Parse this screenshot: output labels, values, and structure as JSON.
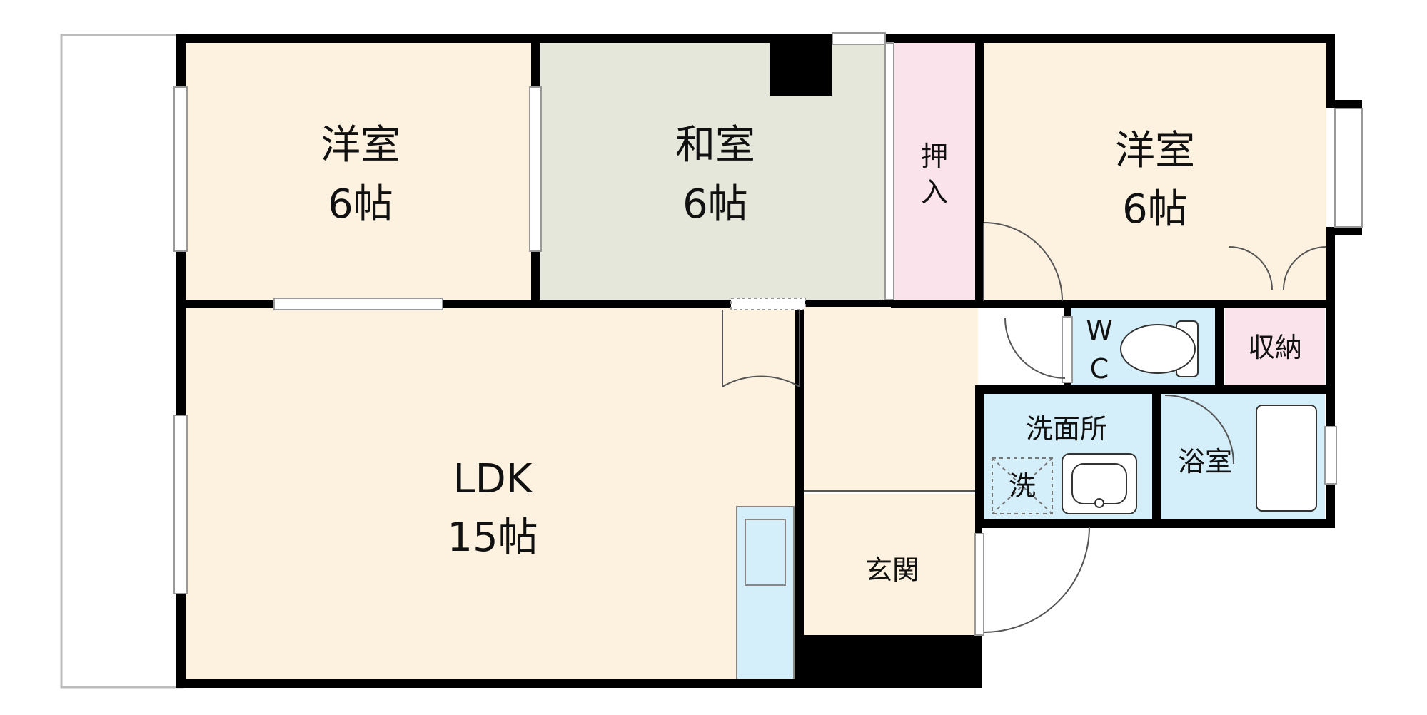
{
  "colors": {
    "wall": "#000000",
    "western_room_floor": "#fdf2e0",
    "japanese_room_floor": "#e4e7d9",
    "closet_floor": "#fbe3ec",
    "wet_area_floor": "#d4eefa",
    "balcony_outline": "#bbbbbb"
  },
  "rooms": {
    "western_room_left": {
      "name": "洋室",
      "size": "6帖"
    },
    "japanese_room": {
      "name": "和室",
      "size": "6帖"
    },
    "oshiire": {
      "name_line1": "押",
      "name_line2": "入"
    },
    "western_room_right": {
      "name": "洋室",
      "size": "6帖"
    },
    "ldk": {
      "name": "LDK",
      "size": "15帖"
    },
    "toilet": {
      "line1": "W",
      "line2": "C"
    },
    "storage": {
      "name": "収納"
    },
    "washroom": {
      "name": "洗面所"
    },
    "washer": {
      "name": "洗"
    },
    "bathroom": {
      "name": "浴室"
    },
    "entrance": {
      "name": "玄関"
    }
  }
}
